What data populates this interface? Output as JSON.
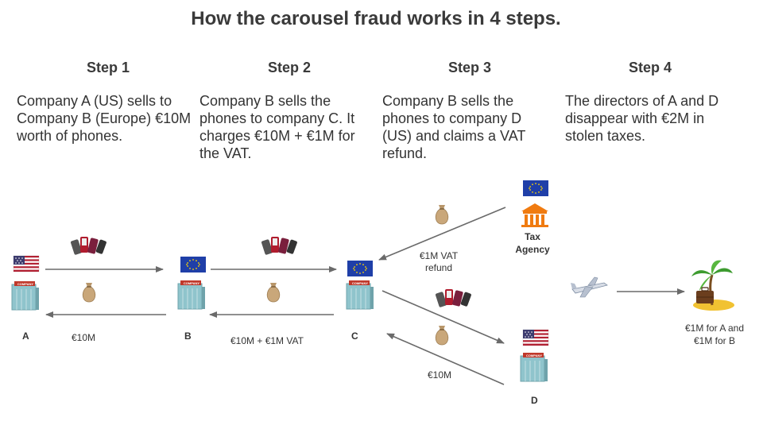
{
  "title": "How the carousel fraud works in 4 steps.",
  "steps": [
    {
      "heading": "Step 1",
      "text": "Company A (US) sells to Company B (Europe) €10M worth of phones."
    },
    {
      "heading": "Step 2",
      "text": "Company B sells the phones to company C. It charges €10M + €1M for the VAT."
    },
    {
      "heading": "Step 3",
      "text": "Company B sells the phones to company D (US) and claims a VAT refund."
    },
    {
      "heading": "Step 4",
      "text": "The directors of A and D disappear with €2M in stolen taxes."
    }
  ],
  "nodes": {
    "a": "A",
    "b": "B",
    "c": "C",
    "d": "D"
  },
  "tax_agency": {
    "line1": "Tax",
    "line2": "Agency"
  },
  "company_sign": "COMPANY",
  "labels": {
    "a_b_money": "€10M",
    "b_c_money": "€10M + €1M VAT",
    "refund_line1": "€1M VAT",
    "refund_line2": "refund",
    "d_c_money": "€10M",
    "split_line1": "€1M for A and",
    "split_line2": "€1M for B"
  },
  "colors": {
    "arrow": "#6a6a6a",
    "building": "#8fc4cc",
    "sign": "#c0392b",
    "tax_agency": "#f07b10",
    "eu_blue": "#1f3fa8",
    "eu_star": "#ffd700",
    "us_red": "#b22234",
    "us_blue": "#3c3b6e",
    "money_bag": "#c9a77a"
  },
  "icons": [
    "us-flag-icon",
    "eu-flag-icon",
    "company-building-icon",
    "phones-icon",
    "money-bag-icon",
    "tax-agency-building-icon",
    "airplane-icon",
    "palm-island-suitcase-icon"
  ]
}
